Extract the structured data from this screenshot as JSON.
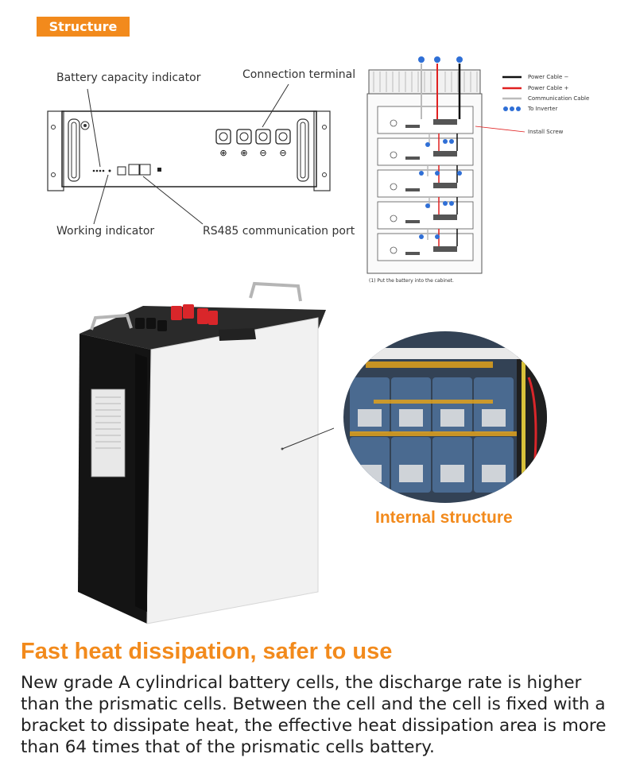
{
  "header": {
    "section_badge": "Structure"
  },
  "front_panel": {
    "labels": {
      "capacity_indicator": "Battery capacity indicator",
      "connection_terminal": "Connection terminal",
      "working_indicator": "Working indicator",
      "rs485_port": "RS485 communication port"
    }
  },
  "cabinet_diagram": {
    "legend": {
      "power_minus": "Power Cable −",
      "power_plus": "Power Cable +",
      "communication": "Communication Cable",
      "to_inverter": "To Inverter",
      "install_screw": "Install Screw"
    },
    "note": "(1) Put the battery into the cabinet.",
    "colors": {
      "power_minus": "#111111",
      "power_plus": "#e02020",
      "communication": "#bbbbbb",
      "badge": "#2f6fd6"
    }
  },
  "internal": {
    "label": "Internal structure"
  },
  "feature": {
    "headline": "Fast heat dissipation, safer to use",
    "description": "New grade A cylindrical battery cells, the discharge rate is higher than the prismatic cells. Between the cell and the cell is fixed with a bracket to dissipate heat, the effective heat dissipation area is more than 64 times that of the prismatic cells battery."
  },
  "colors": {
    "accent": "#f28a1c"
  }
}
